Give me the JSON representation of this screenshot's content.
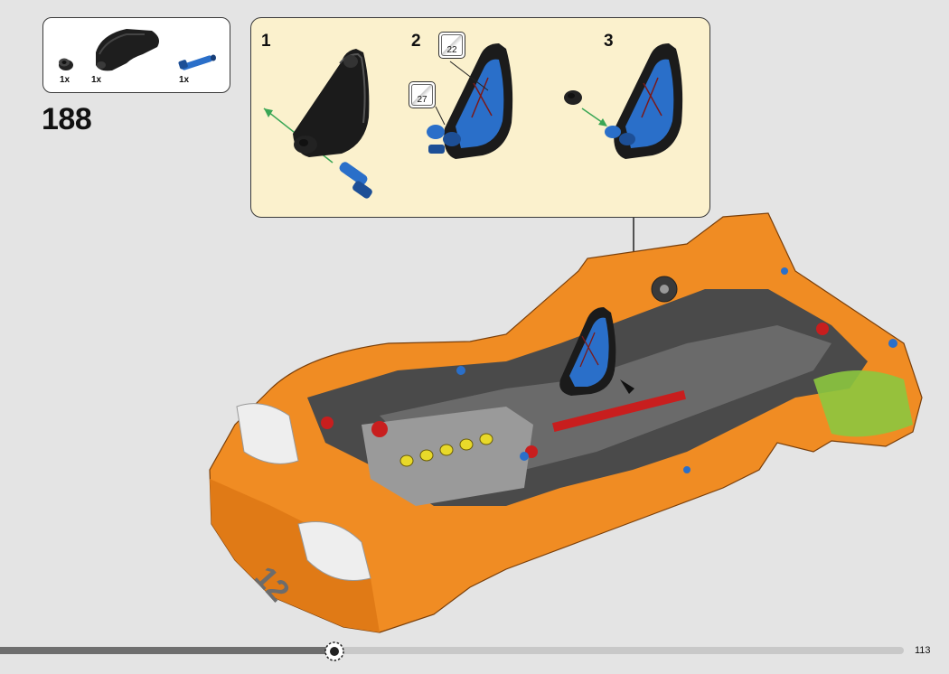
{
  "parts_list": {
    "items": [
      {
        "icon": "black-bushing-part",
        "quantity": "1x"
      },
      {
        "icon": "black-seat-panel-part",
        "quantity": "1x"
      },
      {
        "icon": "blue-axle-pin-part",
        "quantity": "1x"
      }
    ]
  },
  "step": {
    "number": "188"
  },
  "sub_steps": [
    {
      "number": "1"
    },
    {
      "number": "2",
      "refs": [
        "22",
        "27"
      ]
    },
    {
      "number": "3"
    }
  ],
  "colors": {
    "background": "#e4e4e4",
    "subassembly_panel": "#fbf1cd",
    "model_orange": "#f08c23",
    "seat_blue": "#2a6fc9",
    "direction_arrow": "#3aa655"
  },
  "progress": {
    "fraction": 0.37
  },
  "page": {
    "number": "113"
  }
}
